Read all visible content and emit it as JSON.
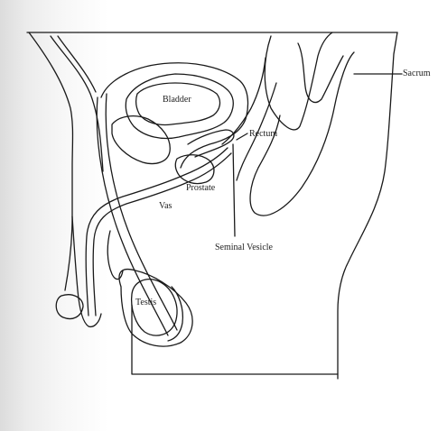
{
  "diagram": {
    "labels": {
      "bladder": "Bladder",
      "rectum": "Rectum",
      "sacrum": "Sacrum",
      "prostate": "Prostate",
      "vas": "Vas",
      "seminal_vesicle": "Seminal Vesicle",
      "testis": "Testis"
    },
    "colors": {
      "line": "#1a1a1a",
      "background": "#ffffff",
      "edge_shade": "#dcdcdc"
    }
  }
}
